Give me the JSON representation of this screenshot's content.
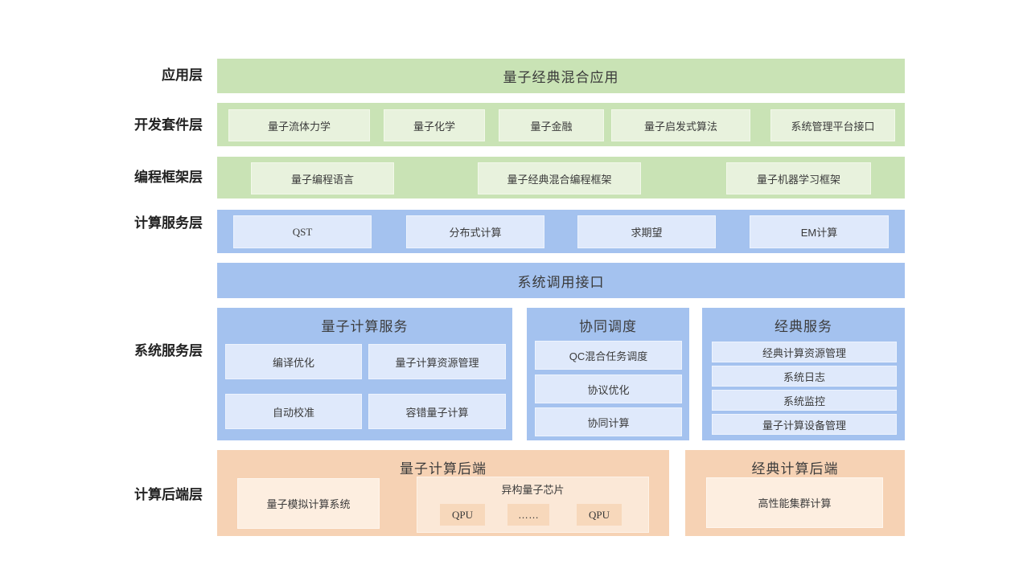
{
  "layer_labels": {
    "application": "应用层",
    "dev_suite": "开发套件层",
    "framework": "编程框架层",
    "compute_service": "计算服务层",
    "system_service": "系统服务层",
    "backend": "计算后端层"
  },
  "application": {
    "title": "量子经典混合应用"
  },
  "dev_suite": {
    "boxes": [
      "量子流体力学",
      "量子化学",
      "量子金融",
      "量子启发式算法",
      "系统管理平台接口"
    ]
  },
  "framework": {
    "boxes": [
      "量子编程语言",
      "量子经典混合编程框架",
      "量子机器学习框架"
    ]
  },
  "compute_service": {
    "boxes": [
      "QST",
      "分布式计算",
      "求期望",
      "EM计算"
    ]
  },
  "syscall": {
    "title": "系统调用接口"
  },
  "system_service": {
    "quantum": {
      "title": "量子计算服务",
      "boxes": [
        "编译优化",
        "量子计算资源管理",
        "自动校准",
        "容错量子计算"
      ]
    },
    "coordination": {
      "title": "协同调度",
      "boxes": [
        "QC混合任务调度",
        "协议优化",
        "协同计算"
      ]
    },
    "classical": {
      "title": "经典服务",
      "boxes": [
        "经典计算资源管理",
        "系统日志",
        "系统监控",
        "量子计算设备管理"
      ]
    }
  },
  "backend": {
    "quantum": {
      "title": "量子计算后端",
      "sim_box": "量子模拟计算系统",
      "chip_group": {
        "title": "异构量子芯片",
        "chips": [
          "QPU",
          "……",
          "QPU"
        ]
      }
    },
    "classical": {
      "title": "经典计算后端",
      "box": "高性能集群计算"
    }
  },
  "colors": {
    "green_band": "#c9e3b5",
    "green_box": "#e8f2dd",
    "blue_band": "#a4c2ef",
    "blue_box": "#dfe9fb",
    "orange_band": "#f6d2b4",
    "orange_box": "#fdeee0",
    "text": "#3b3b3b"
  }
}
